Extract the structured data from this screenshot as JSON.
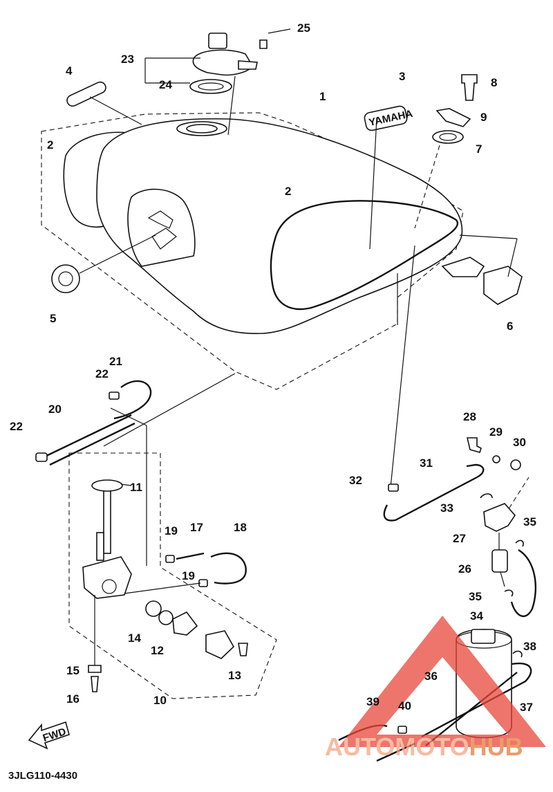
{
  "diagram": {
    "code": "3JLG110-4430",
    "fwd_label": "FWD",
    "tank_badge_text": "YAMAHA",
    "watermark": {
      "part1": "AUTOMOTO",
      "part2": "HUB",
      "color_primary": "#f4a582",
      "color_secondary": "#e87a3a",
      "triangle_color": "#e8473a"
    },
    "callouts": [
      "1",
      "2",
      "2",
      "3",
      "4",
      "5",
      "6",
      "7",
      "8",
      "9",
      "10",
      "11",
      "12",
      "13",
      "14",
      "15",
      "16",
      "17",
      "18",
      "19",
      "19",
      "20",
      "21",
      "22",
      "22",
      "23",
      "24",
      "25",
      "26",
      "27",
      "28",
      "29",
      "30",
      "31",
      "32",
      "33",
      "34",
      "35",
      "35",
      "36",
      "37",
      "38",
      "39",
      "40"
    ]
  }
}
